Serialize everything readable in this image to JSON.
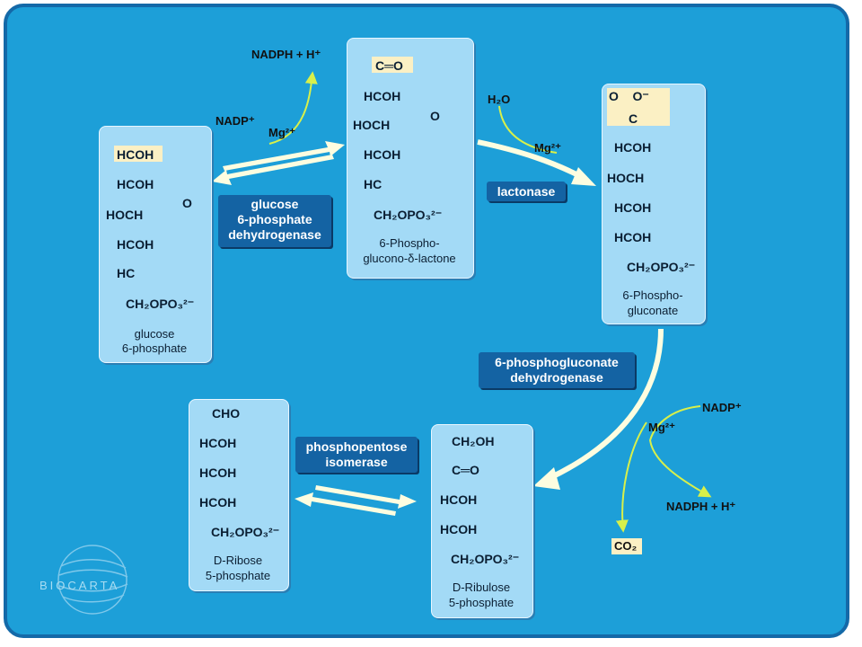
{
  "cofactors": {
    "nadph_top": "NADPH + H⁺",
    "nadp_top": "NADP⁺",
    "mg_top": "Mg²⁺",
    "h2o": "H₂O",
    "mg_mid": "Mg²⁺",
    "nadp_right": "NADP⁺",
    "mg_right": "Mg²⁺",
    "nadph_right": "NADPH + H⁺",
    "co2": "CO₂"
  },
  "molecules": {
    "glucose6p": {
      "lines": [
        "HCOH",
        "HCOH",
        "HOCH",
        "HCOH",
        "HC",
        "CH₂OPO₃²⁻"
      ],
      "ring_o": "O",
      "caption": [
        "glucose",
        "6-phosphate"
      ]
    },
    "lactone": {
      "lines": [
        "C═O",
        "HCOH",
        "HOCH",
        "HCOH",
        "HC",
        "CH₂OPO₃²⁻"
      ],
      "ring_o": "O",
      "caption": [
        "6-Phospho-",
        "glucono-δ-lactone"
      ]
    },
    "gluconate": {
      "carboxyl": "O    O⁻",
      "carboxyl_c": "C",
      "lines": [
        "HCOH",
        "HOCH",
        "HCOH",
        "HCOH",
        "CH₂OPO₃²⁻"
      ],
      "caption": [
        "6-Phospho-",
        "gluconate"
      ]
    },
    "ribulose": {
      "lines": [
        "CH₂OH",
        "C═O",
        "HCOH",
        "HCOH",
        "CH₂OPO₃²⁻"
      ],
      "caption": [
        "D-Ribulose",
        "5-phosphate"
      ]
    },
    "ribose": {
      "lines": [
        "CHO",
        "HCOH",
        "HCOH",
        "HCOH",
        "CH₂OPO₃²⁻"
      ],
      "caption": [
        "D-Ribose",
        "5-phosphate"
      ]
    }
  },
  "enzymes": {
    "g6pdh": [
      "glucose",
      "6-phosphate",
      "dehydrogenase"
    ],
    "lactonase": "lactonase",
    "pgdh": [
      "6-phosphogluconate",
      "dehydrogenase"
    ],
    "isomerase": [
      "phosphopentose",
      "isomerase"
    ]
  },
  "logo": "BIOCARTA",
  "colors": {
    "background": "#1d9fd8",
    "border": "#1469a8",
    "molecule_box": "#a3daf6",
    "enzyme_label": "#1463a3",
    "arrow": "#fdfde0",
    "cofactor_arrow": "#d8f04a",
    "highlight": "#fbf0c4"
  }
}
